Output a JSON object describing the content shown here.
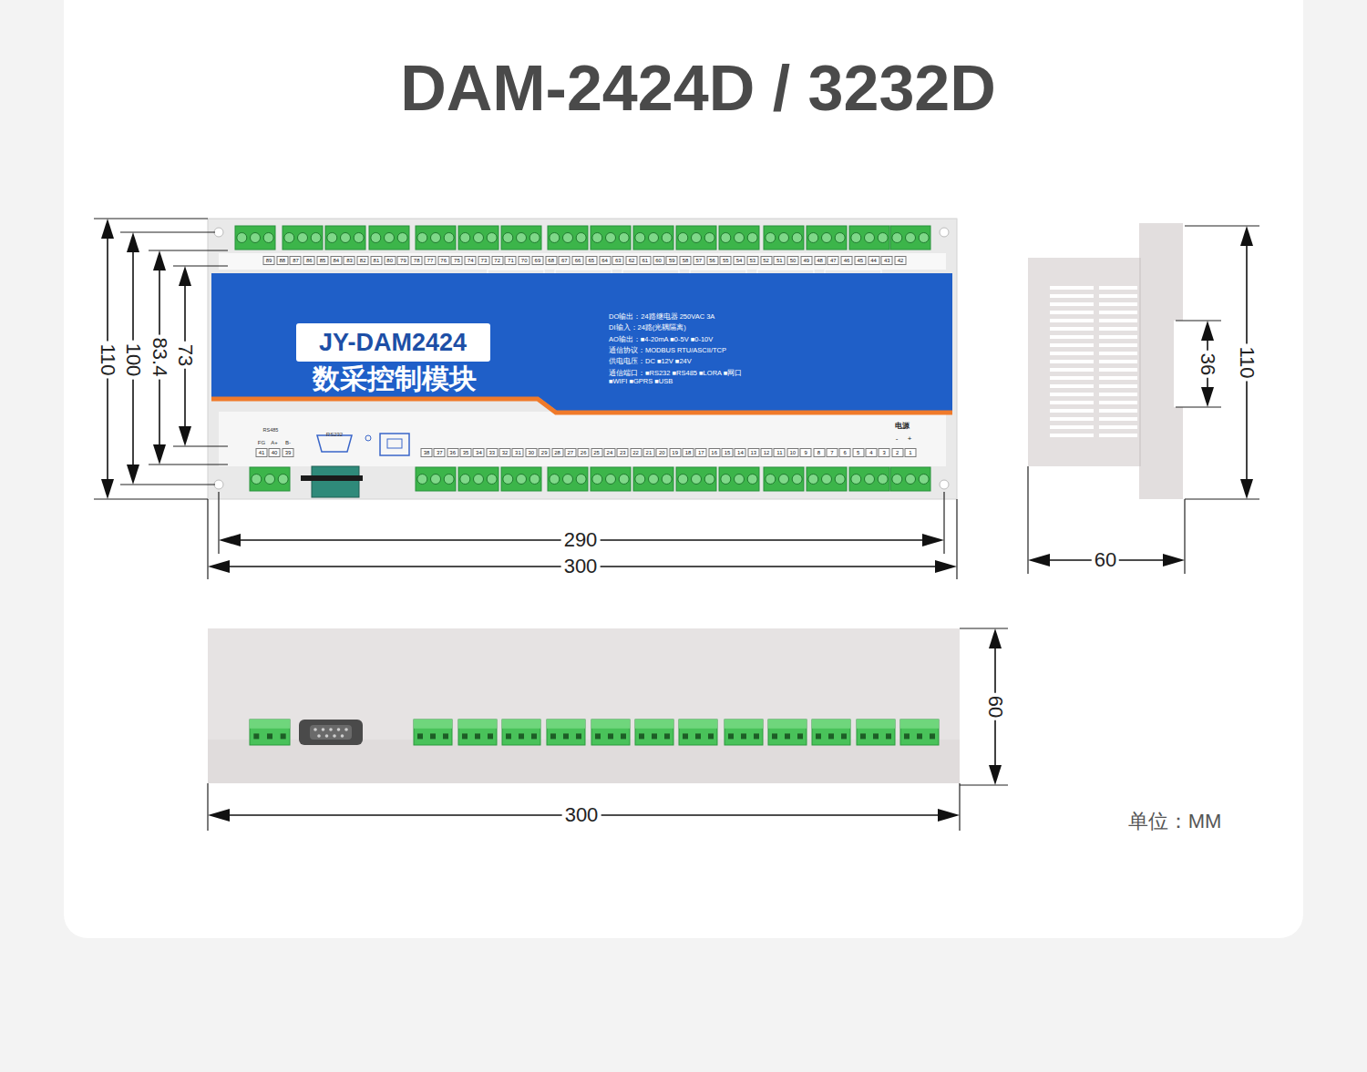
{
  "diagram": {
    "title": "DAM-2424D / 3232D",
    "nodes": [
      {
        "text": [
          "JY-DAM2424"
        ]
      }
    ],
    "labels": [
      "数采控制模块",
      "DO输出：24路继电器 250VAC 3A",
      "DI输入：24路(光耦隔离)",
      "AO输出：■4-20mA ■0-5V ■0-10V",
      "通信协议：MODBUS RTU/ASCII/TCP",
      "供电电压：DC ■12V ■24V",
      "通信端口：■RS232 ■RS485 ■LORA ■网口 ■WIFI ■GPRS ■USB",
      "RS485",
      "FG",
      "A+",
      "B-",
      "RS232",
      "电源",
      "-",
      "+",
      "110",
      "100",
      "83.4",
      "73",
      "290",
      "300",
      "36",
      "110",
      "60",
      "60",
      "300",
      "单位：MM",
      "89",
      "88",
      "87",
      "86",
      "85",
      "84",
      "83",
      "82",
      "81",
      "80",
      "79",
      "78",
      "77",
      "76",
      "75",
      "74",
      "73",
      "72",
      "71",
      "70",
      "69",
      "68",
      "67",
      "66",
      "65",
      "64",
      "63",
      "62",
      "61",
      "60",
      "59",
      "58",
      "57",
      "56",
      "55",
      "54",
      "53",
      "52",
      "51",
      "50",
      "49",
      "48",
      "47",
      "46",
      "45",
      "44",
      "43",
      "42",
      "41",
      "40",
      "39",
      "38",
      "37",
      "36",
      "35",
      "34",
      "33",
      "32",
      "31",
      "30",
      "29",
      "28",
      "27",
      "26",
      "25",
      "24",
      "23",
      "22",
      "21",
      "20",
      "19",
      "18",
      "17",
      "16",
      "15",
      "14",
      "13",
      "12",
      "11",
      "10",
      "9",
      "8",
      "7",
      "6",
      "5",
      "4",
      "3",
      "2",
      "1"
    ]
  }
}
